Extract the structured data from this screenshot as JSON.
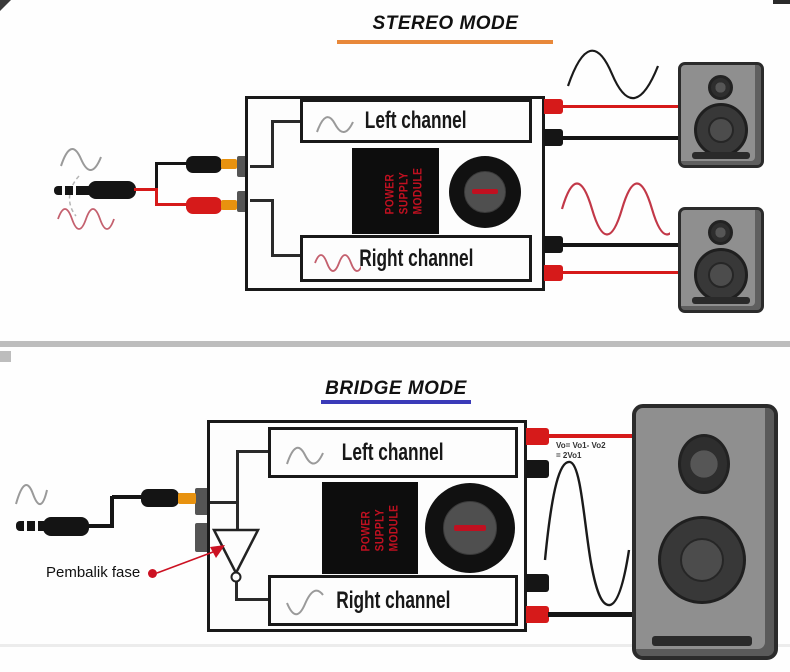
{
  "colors": {
    "accent-orange": "#E8883A",
    "accent-blue": "#3A3AB8",
    "wire-red": "#D61A1A",
    "psu-text-red": "#C01020",
    "rca-orange": "#E8920F",
    "speaker-gray": "#8F8F8F",
    "divider-gray": "#BDBDBD"
  },
  "stereo": {
    "title": "STEREO MODE",
    "left_channel_label": "Left channel",
    "right_channel_label": "Right channel",
    "power_supply_label": "POWER\nSUPPLY\nMODULE"
  },
  "bridge": {
    "title": "BRIDGE MODE",
    "left_channel_label": "Left channel",
    "right_channel_label": "Right channel",
    "power_supply_label": "POWER\nSUPPLY\nMODULE",
    "phase_inverter_label": "Pembalik fase",
    "voltage_formula_line1": "Vo= Vo1- Vo2",
    "voltage_formula_line2": "= 2Vo1"
  }
}
